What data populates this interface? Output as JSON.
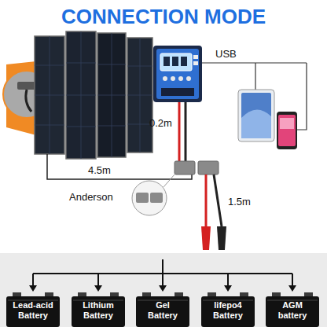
{
  "diagram": {
    "title": "CONNECTION MODE",
    "nodes": [
      {
        "text": [
          "Lead-acid Battery"
        ]
      },
      {
        "text": [
          "Lithium Battery"
        ]
      },
      {
        "text": [
          "Gel Battery"
        ]
      },
      {
        "text": [
          "lifepo4 Battery"
        ]
      },
      {
        "text": [
          "AGM battery"
        ]
      }
    ],
    "labels": [
      "USB",
      "0.2m",
      "4.5m",
      "Anderson",
      "1.5m"
    ]
  }
}
